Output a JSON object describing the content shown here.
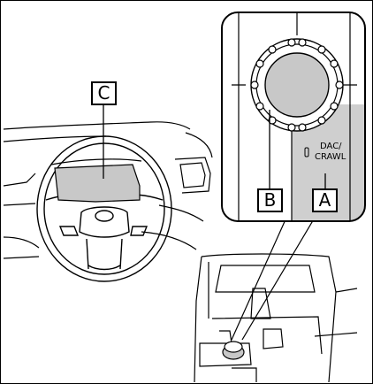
{
  "diagram": {
    "callouts": {
      "a": "A",
      "b": "B",
      "c": "C"
    },
    "button_text": {
      "symbol": "0",
      "line1": "DAC/",
      "line2": "CRAWL"
    },
    "colors": {
      "line": "#000000",
      "fill_gray": "#c8c8c8",
      "button_gray": "#cfcfcf",
      "background": "#ffffff"
    }
  }
}
